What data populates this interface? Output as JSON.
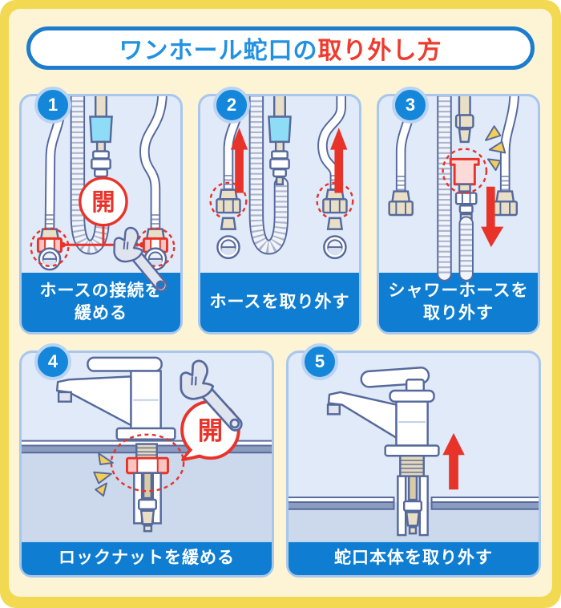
{
  "title": {
    "part1": "ワンホール蛇口の",
    "part2": "取り外し方"
  },
  "colors": {
    "frame_yellow": "#f3d852",
    "frame_cream": "#fcf4d5",
    "panel_bg": "#e1eaf8",
    "panel_border": "#a9c6ec",
    "caption_blue": "#0f7ed2",
    "badge_blue": "#1487da",
    "badge_ring": "#b9d4f2",
    "title_blue": "#2191e2",
    "title_red": "#ef3b2f",
    "highlight_red": "#e8332a",
    "outline_blue": "#56699c",
    "connector_cyan": "#8edcf6",
    "fitting_tan": "#e9dfc6",
    "click_yellow": "#f5ce57"
  },
  "steps": [
    {
      "number": "1",
      "caption": "ホースの接続を\n緩める",
      "annotation": "開"
    },
    {
      "number": "2",
      "caption": "ホースを取り外す"
    },
    {
      "number": "3",
      "caption": "シャワーホースを\n取り外す"
    },
    {
      "number": "4",
      "caption": "ロックナットを緩める",
      "annotation": "開"
    },
    {
      "number": "5",
      "caption": "蛇口本体を取り外す"
    }
  ]
}
